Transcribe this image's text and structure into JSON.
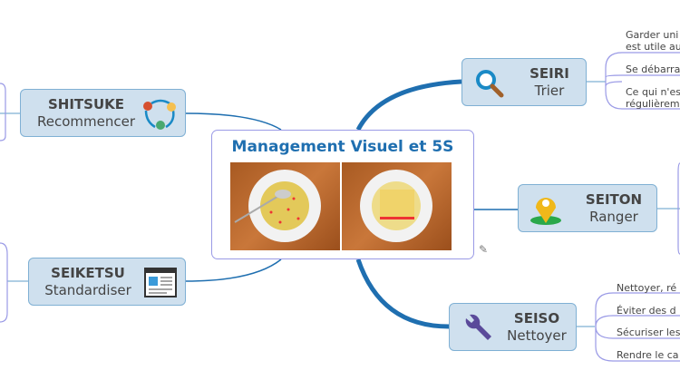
{
  "center": {
    "title": "Management Visuel et 5S"
  },
  "nodes": {
    "seiri": {
      "title": "SEIRI",
      "subtitle": "Trier"
    },
    "seiton": {
      "title": "SEITON",
      "subtitle": "Ranger"
    },
    "seiso": {
      "title": "SEISO",
      "subtitle": "Nettoyer"
    },
    "shitsuke": {
      "title": "SHITSUKE",
      "subtitle": "Recommencer"
    },
    "seiketsu": {
      "title": "SEIKETSU",
      "subtitle": "Standardiser"
    }
  },
  "seiri_leaves": [
    "Garder uni",
    "est utile au",
    "Se débarra",
    "Ce qui n'es",
    "régulièrem"
  ],
  "seiso_leaves": [
    "Nettoyer, ré",
    "Éviter des d",
    "Sécuriser les",
    "Rendre le ca"
  ],
  "colors": {
    "accent": "#1f6fb0",
    "node_fill": "#cfe0ee",
    "branch": "#1f6fb0"
  }
}
